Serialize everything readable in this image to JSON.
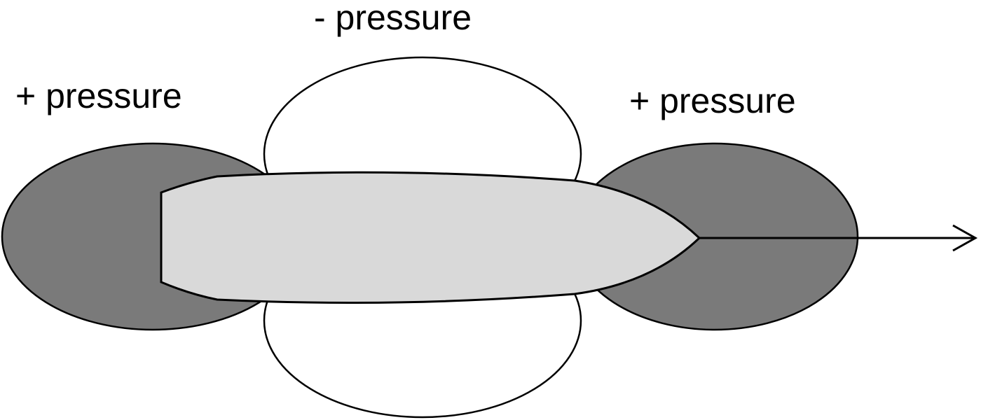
{
  "labels": {
    "negative_pressure": "- pressure",
    "positive_pressure_rear": "+ pressure",
    "positive_pressure_front": "+ pressure"
  },
  "colors": {
    "background": "#ffffff",
    "positive_pressure_fill": "#7a7a7a",
    "negative_pressure_fill": "#ffffff",
    "hull_fill": "#d9d9d9",
    "outline": "#000000"
  }
}
